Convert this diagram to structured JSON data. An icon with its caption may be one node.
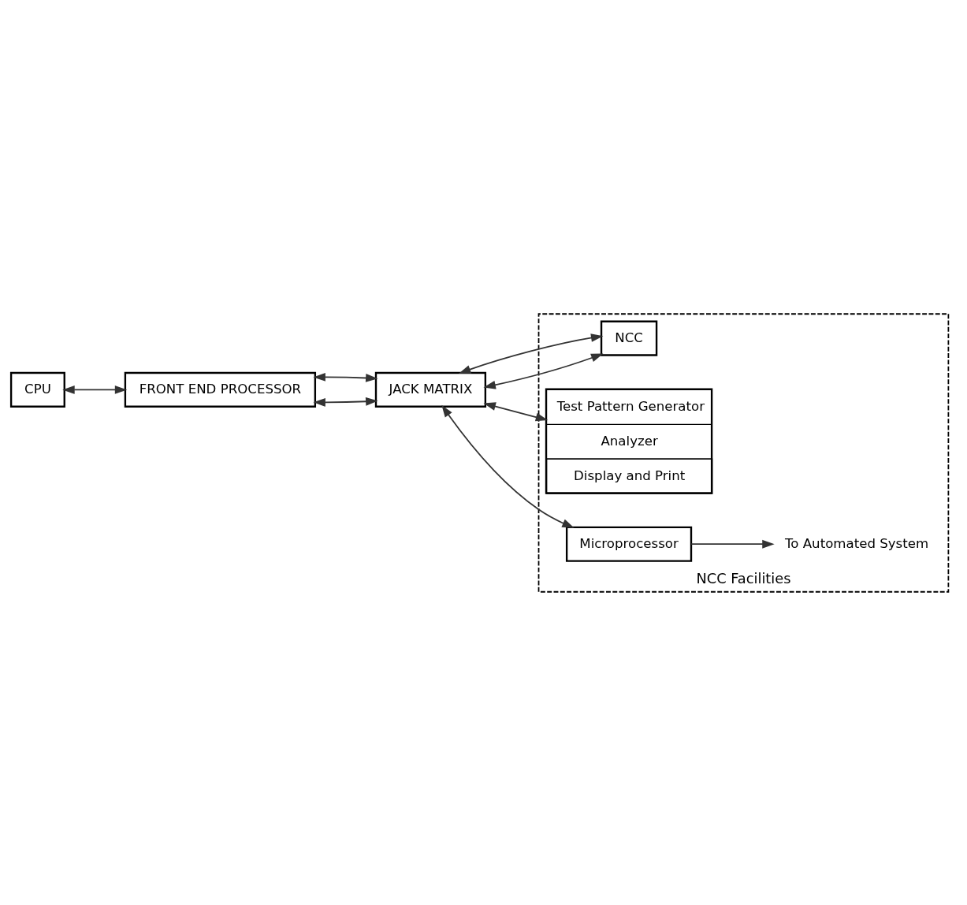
{
  "diagram": {
    "nodes": [
      {
        "text": [
          "CPU"
        ]
      },
      {
        "text": [
          "FRONT END PROCESSOR"
        ]
      },
      {
        "text": [
          "JACK MATRIX"
        ]
      },
      {
        "text": [
          "NCC Facilities"
        ]
      },
      {
        "text": [
          "NCC"
        ],
        "in": 3
      },
      {
        "text": [
          "Test Pattern Generator",
          "Analyzer",
          "Display and Print"
        ],
        "in": 3
      },
      {
        "text": [
          "Microprocessor"
        ],
        "in": 3
      },
      {
        "text": [
          "To Automated System"
        ],
        "in": 3
      }
    ],
    "edges": [
      {
        "from": 0,
        "to": 1,
        "arrow": "both"
      },
      {
        "from": 1,
        "to": 2,
        "arrow": "both"
      },
      {
        "from": 1,
        "to": 2,
        "arrow": "both"
      },
      {
        "from": 2,
        "to": 4,
        "arrow": "both"
      },
      {
        "from": 2,
        "to": 4,
        "arrow": "both"
      },
      {
        "from": 2,
        "to": 5,
        "arrow": "both"
      },
      {
        "from": 2,
        "to": 6,
        "arrow": "both"
      },
      {
        "from": 6,
        "to": 7,
        "arrow": "to"
      }
    ]
  }
}
